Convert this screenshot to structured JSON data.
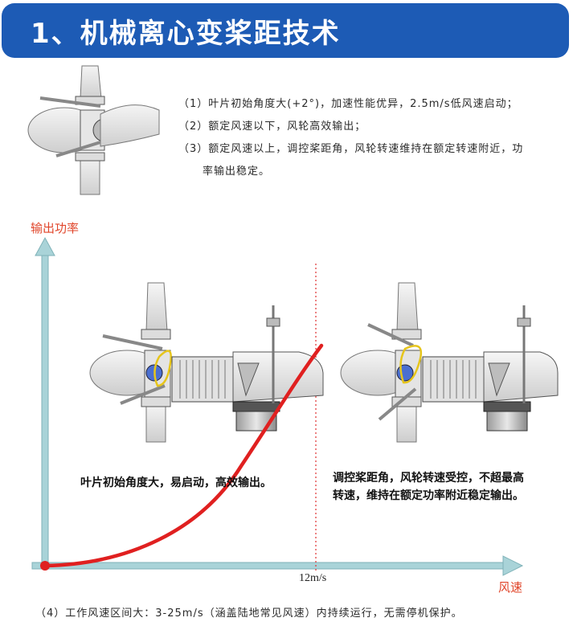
{
  "header": {
    "title": "1、机械离心变桨距技术"
  },
  "features": [
    "（1）叶片初始角度大(+2°)，加速性能优异，2.5m/s低风速启动；",
    "（2）额定风速以下，风轮高效输出；",
    "（3）额定风速以上，调控桨距角，风轮转速维持在额定转速附近，功",
    "率输出稳定。"
  ],
  "chart": {
    "y_axis_label": "输出功率",
    "x_axis_label": "风速",
    "rated_speed_label": "12m/s",
    "caption_left": [
      "叶片初始角度大，易启动，高效输出。"
    ],
    "caption_right": [
      "调控桨距角，风轮转速受控，不超最高",
      "转速，维持在额定功率附近稳定输出。"
    ]
  },
  "footer": {
    "note": "（4）工作风速区间大：3-25m/s（涵盖陆地常见风速）内持续运行，无需停机保护。"
  },
  "colors": {
    "title_bar": "#1d5bb5",
    "axis": "#a9d3d8",
    "curve": "#e02020",
    "axis_label": "#e0452a",
    "blade_outline": "#e6c51b"
  },
  "icons": [
    "turbine-hub-illustration",
    "turbine-nacelle-illustration"
  ]
}
